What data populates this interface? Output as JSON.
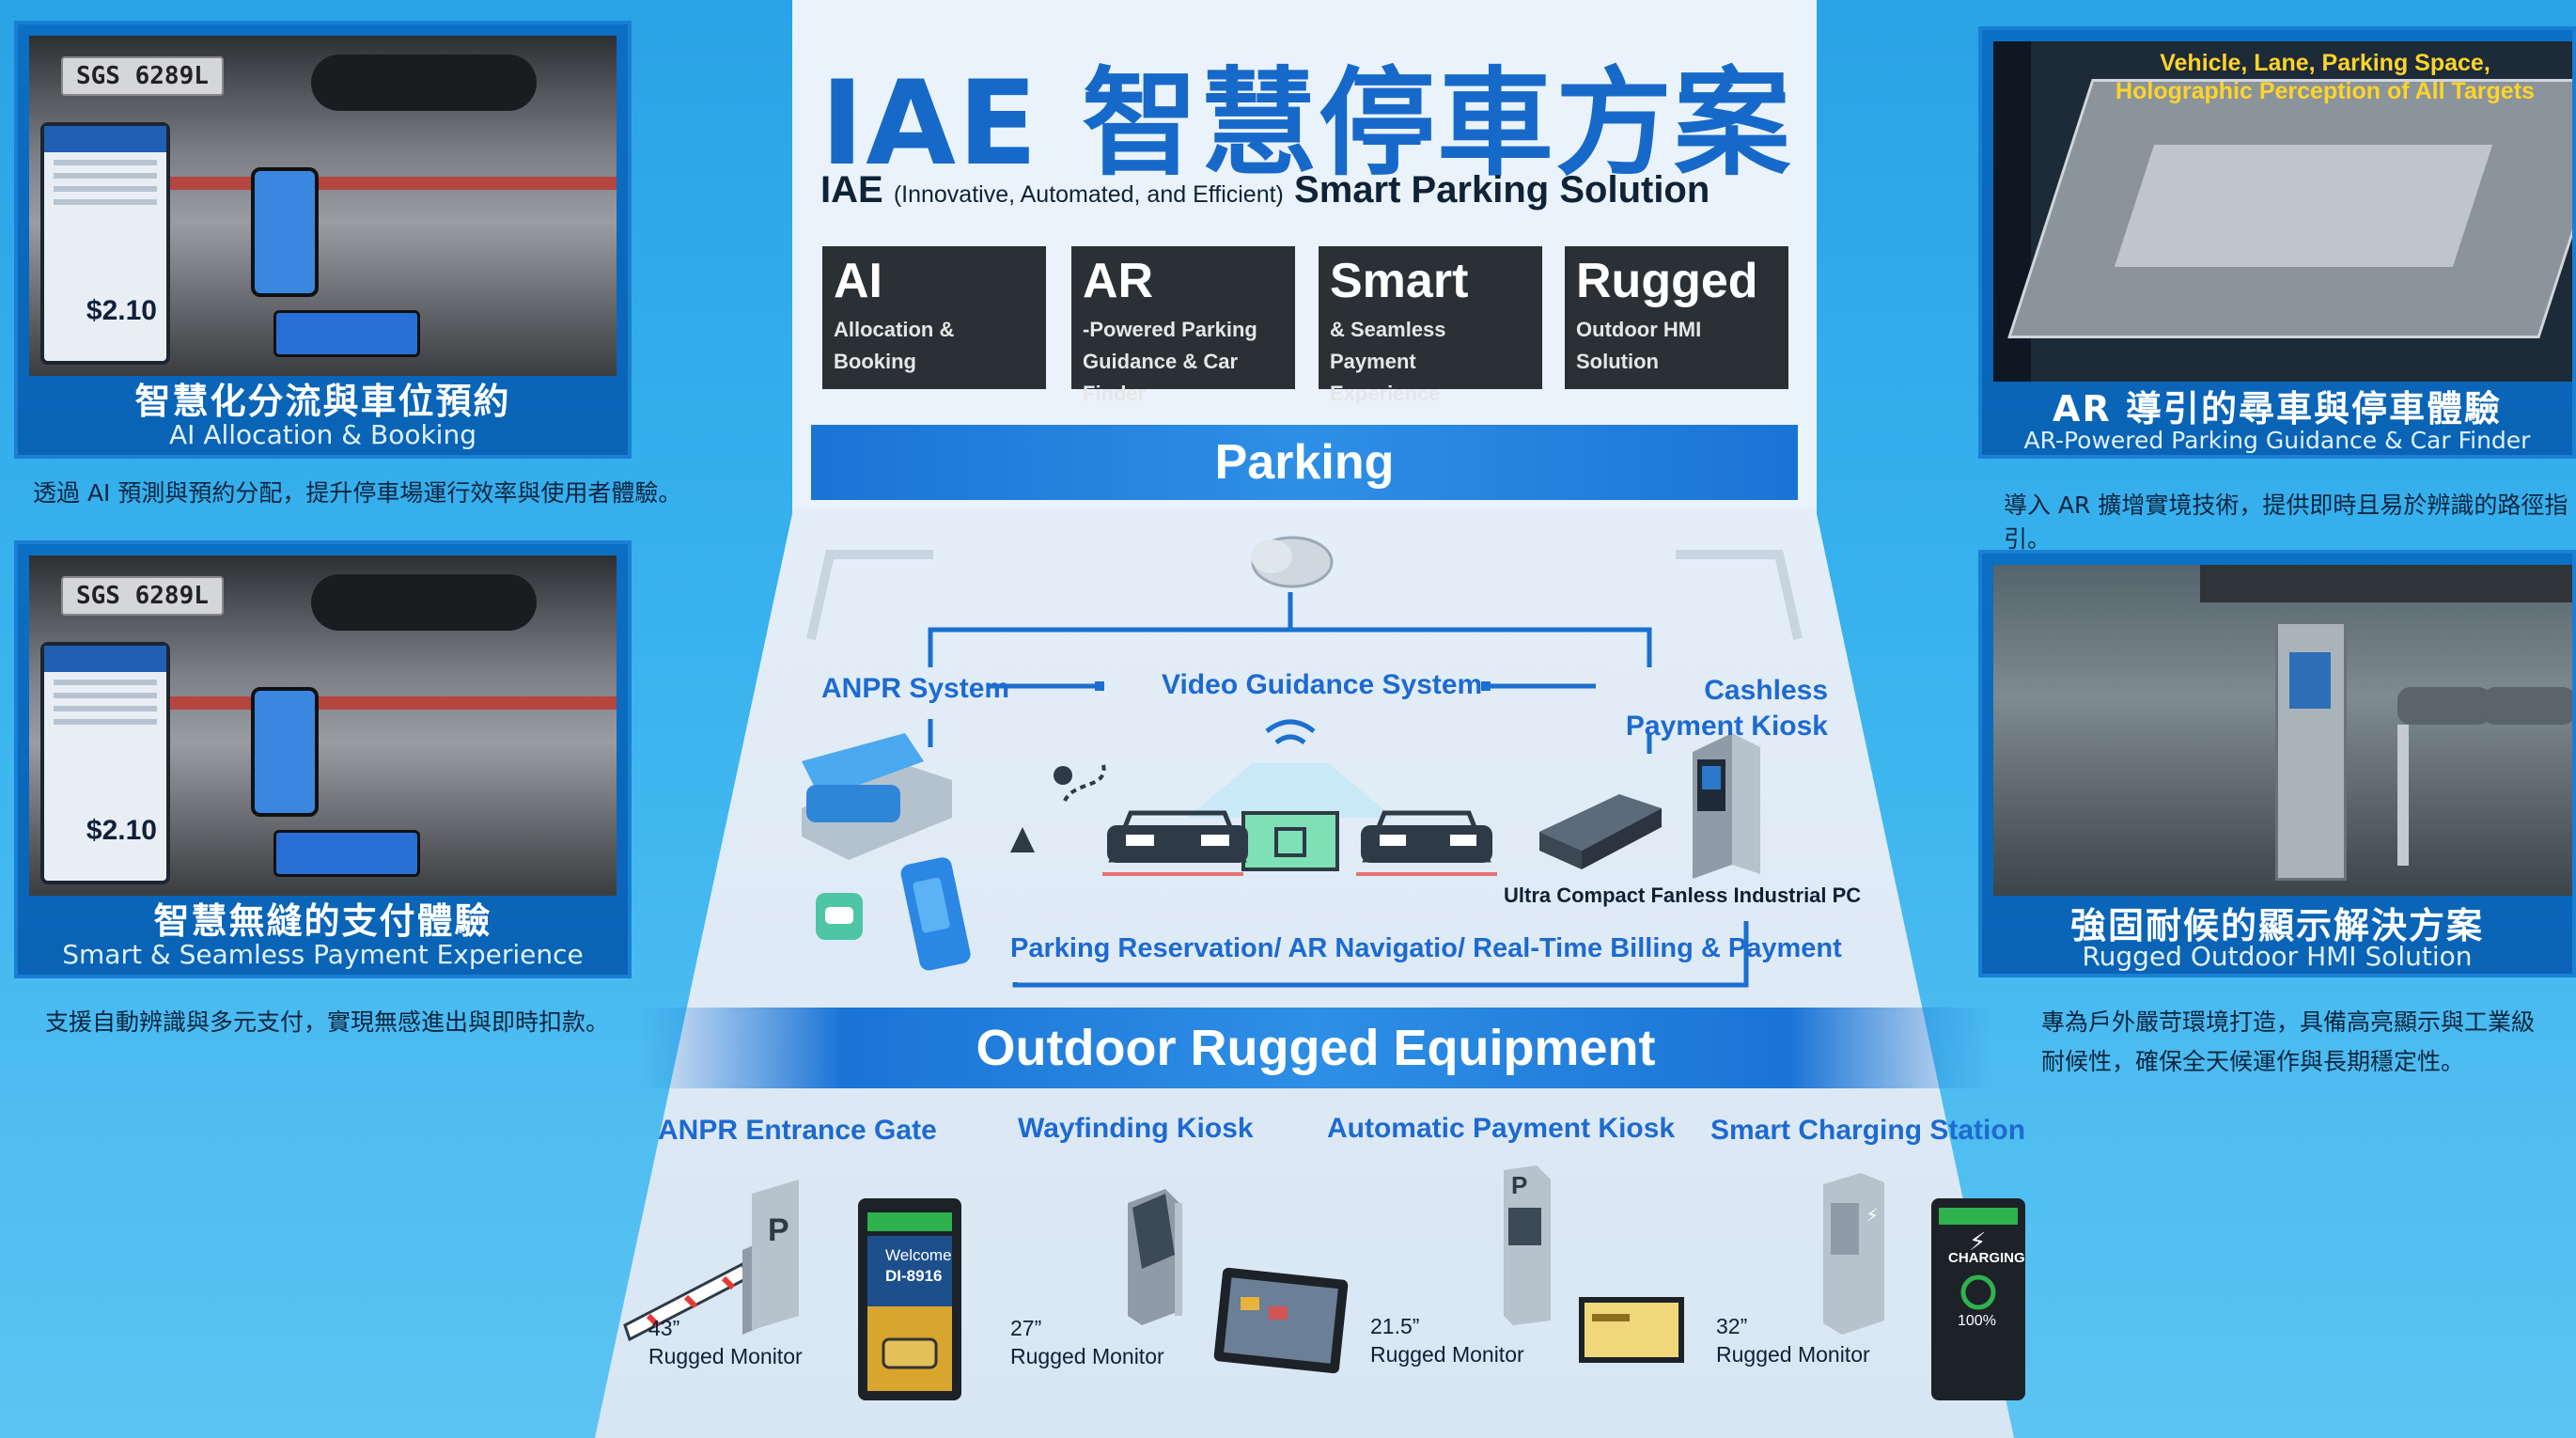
{
  "header": {
    "title_zh": "IAE 智慧停車方案",
    "title_prefix": "IAE",
    "title_paren": "(Innovative, Automated, and Efficient)",
    "title_en": "Smart Parking Solution"
  },
  "tiles": [
    {
      "big": "AI",
      "small": "Allocation & Booking"
    },
    {
      "big": "AR",
      "small": "-Powered Parking Guidance & Car Finder"
    },
    {
      "big": "Smart",
      "small": "& Seamless Payment Experience"
    },
    {
      "big": "Rugged",
      "small": "Outdoor HMI Solution"
    }
  ],
  "parking": {
    "band": "Parking",
    "anpr": "ANPR System",
    "video": "Video Guidance System",
    "cashless": "Cashless Payment Kiosk",
    "pc": "Ultra Compact Fanless Industrial PC",
    "services": "Parking Reservation/ AR Navigatio/ Real-Time Billing & Payment"
  },
  "outdoor": {
    "band": "Outdoor Rugged Equipment",
    "items": [
      {
        "label": "ANPR Entrance Gate",
        "size": "43”",
        "monitor": "Rugged Monitor"
      },
      {
        "label": "Wayfinding Kiosk",
        "size": "27”",
        "monitor": "Rugged Monitor"
      },
      {
        "label": "Automatic Payment Kiosk",
        "size": "21.5”",
        "monitor": "Rugged Monitor"
      },
      {
        "label": "Smart Charging Station",
        "size": "32”",
        "monitor": "Rugged Monitor"
      }
    ],
    "welcome_text": "Welcome",
    "plate_text": "DI-8916",
    "charging_text": "CHARGING",
    "charge_pct": "100%"
  },
  "left_top": {
    "plate": "SGS 6289L",
    "price": "$2.10",
    "title_zh": "智慧化分流與車位預約",
    "title_en": "AI Allocation & Booking",
    "desc": "透過 AI 預測與預約分配，提升停車場運行效率與使用者體驗。"
  },
  "left_bottom": {
    "plate": "SGS 6289L",
    "price": "$2.10",
    "title_zh": "智慧無縫的支付體驗",
    "title_en": "Smart & Seamless Payment Experience",
    "desc": "支援自動辨識與多元支付，實現無感進出與即時扣款。"
  },
  "right_top": {
    "overlay": "Vehicle, Lane, Parking Space, Holographic Perception of All Targets",
    "title_zh": "AR 導引的尋車與停車體驗",
    "title_en": "AR-Powered Parking Guidance & Car Finder",
    "desc": "導入 AR 擴增實境技術，提供即時且易於辨識的路徑指引。"
  },
  "right_bottom": {
    "title_zh": "強固耐候的顯示解決方案",
    "title_en": "Rugged Outdoor HMI Solution",
    "desc_line1": "專為戶外嚴苛環境打造，具備高亮顯示與工業級",
    "desc_line2": "耐候性，確保全天候運作與長期穩定性。"
  },
  "colors": {
    "accent_blue": "#1769c9",
    "background": "#39b3ee",
    "tile_dark": "#2b3034"
  }
}
